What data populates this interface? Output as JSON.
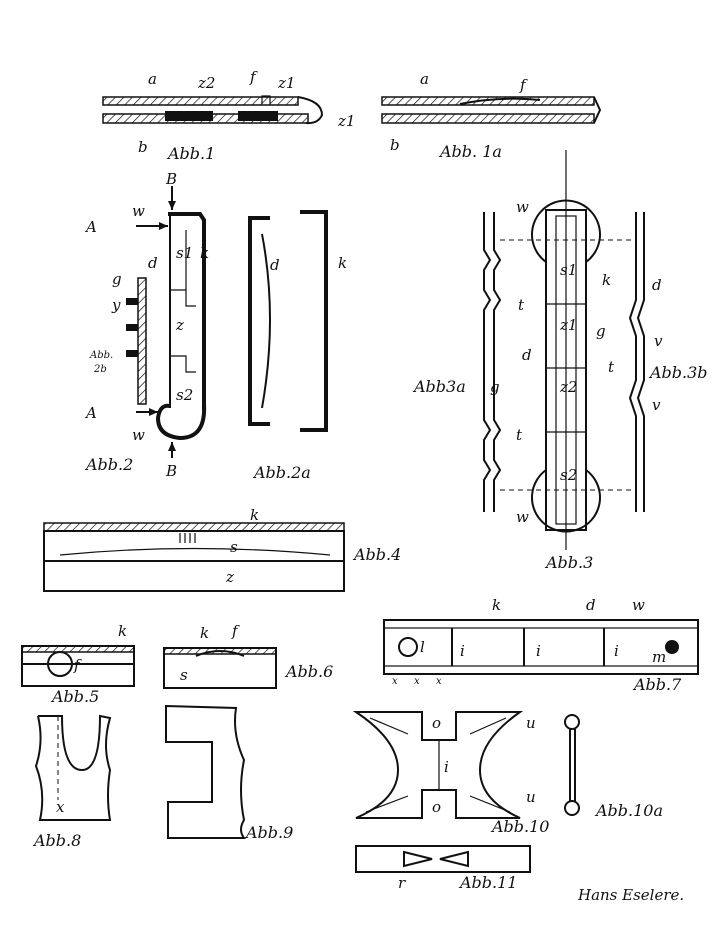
{
  "captions": {
    "abb1": "Abb.1",
    "abb1a": "Abb. 1a",
    "abb2": "Abb.2",
    "abb2a": "Abb.2a",
    "abb2b_1": "Abb.",
    "abb2b_2": "2b",
    "abb3": "Abb.3",
    "abb3a": "Abb3a",
    "abb3b": "Abb.3b",
    "abb4": "Abb.4",
    "abb5": "Abb.5",
    "abb6": "Abb.6",
    "abb7": "Abb.7",
    "abb8": "Abb.8",
    "abb9": "Abb.9",
    "abb10": "Abb.10",
    "abb10a": "Abb.10a",
    "abb11": "Abb.11"
  },
  "labels": {
    "a": "a",
    "b": "b",
    "z1": "z1",
    "z2": "z2",
    "f": "f",
    "d": "d",
    "k": "k",
    "s1": "s1",
    "s2": "s2",
    "z": "z",
    "w": "w",
    "g": "g",
    "y": "y",
    "t": "t",
    "v": "v",
    "s": "s",
    "i": "i",
    "l": "l",
    "m": "m",
    "o": "o",
    "u": "u",
    "x": "x",
    "r": "r",
    "A": "A",
    "B": "B"
  },
  "signature": "Hans Eselere."
}
